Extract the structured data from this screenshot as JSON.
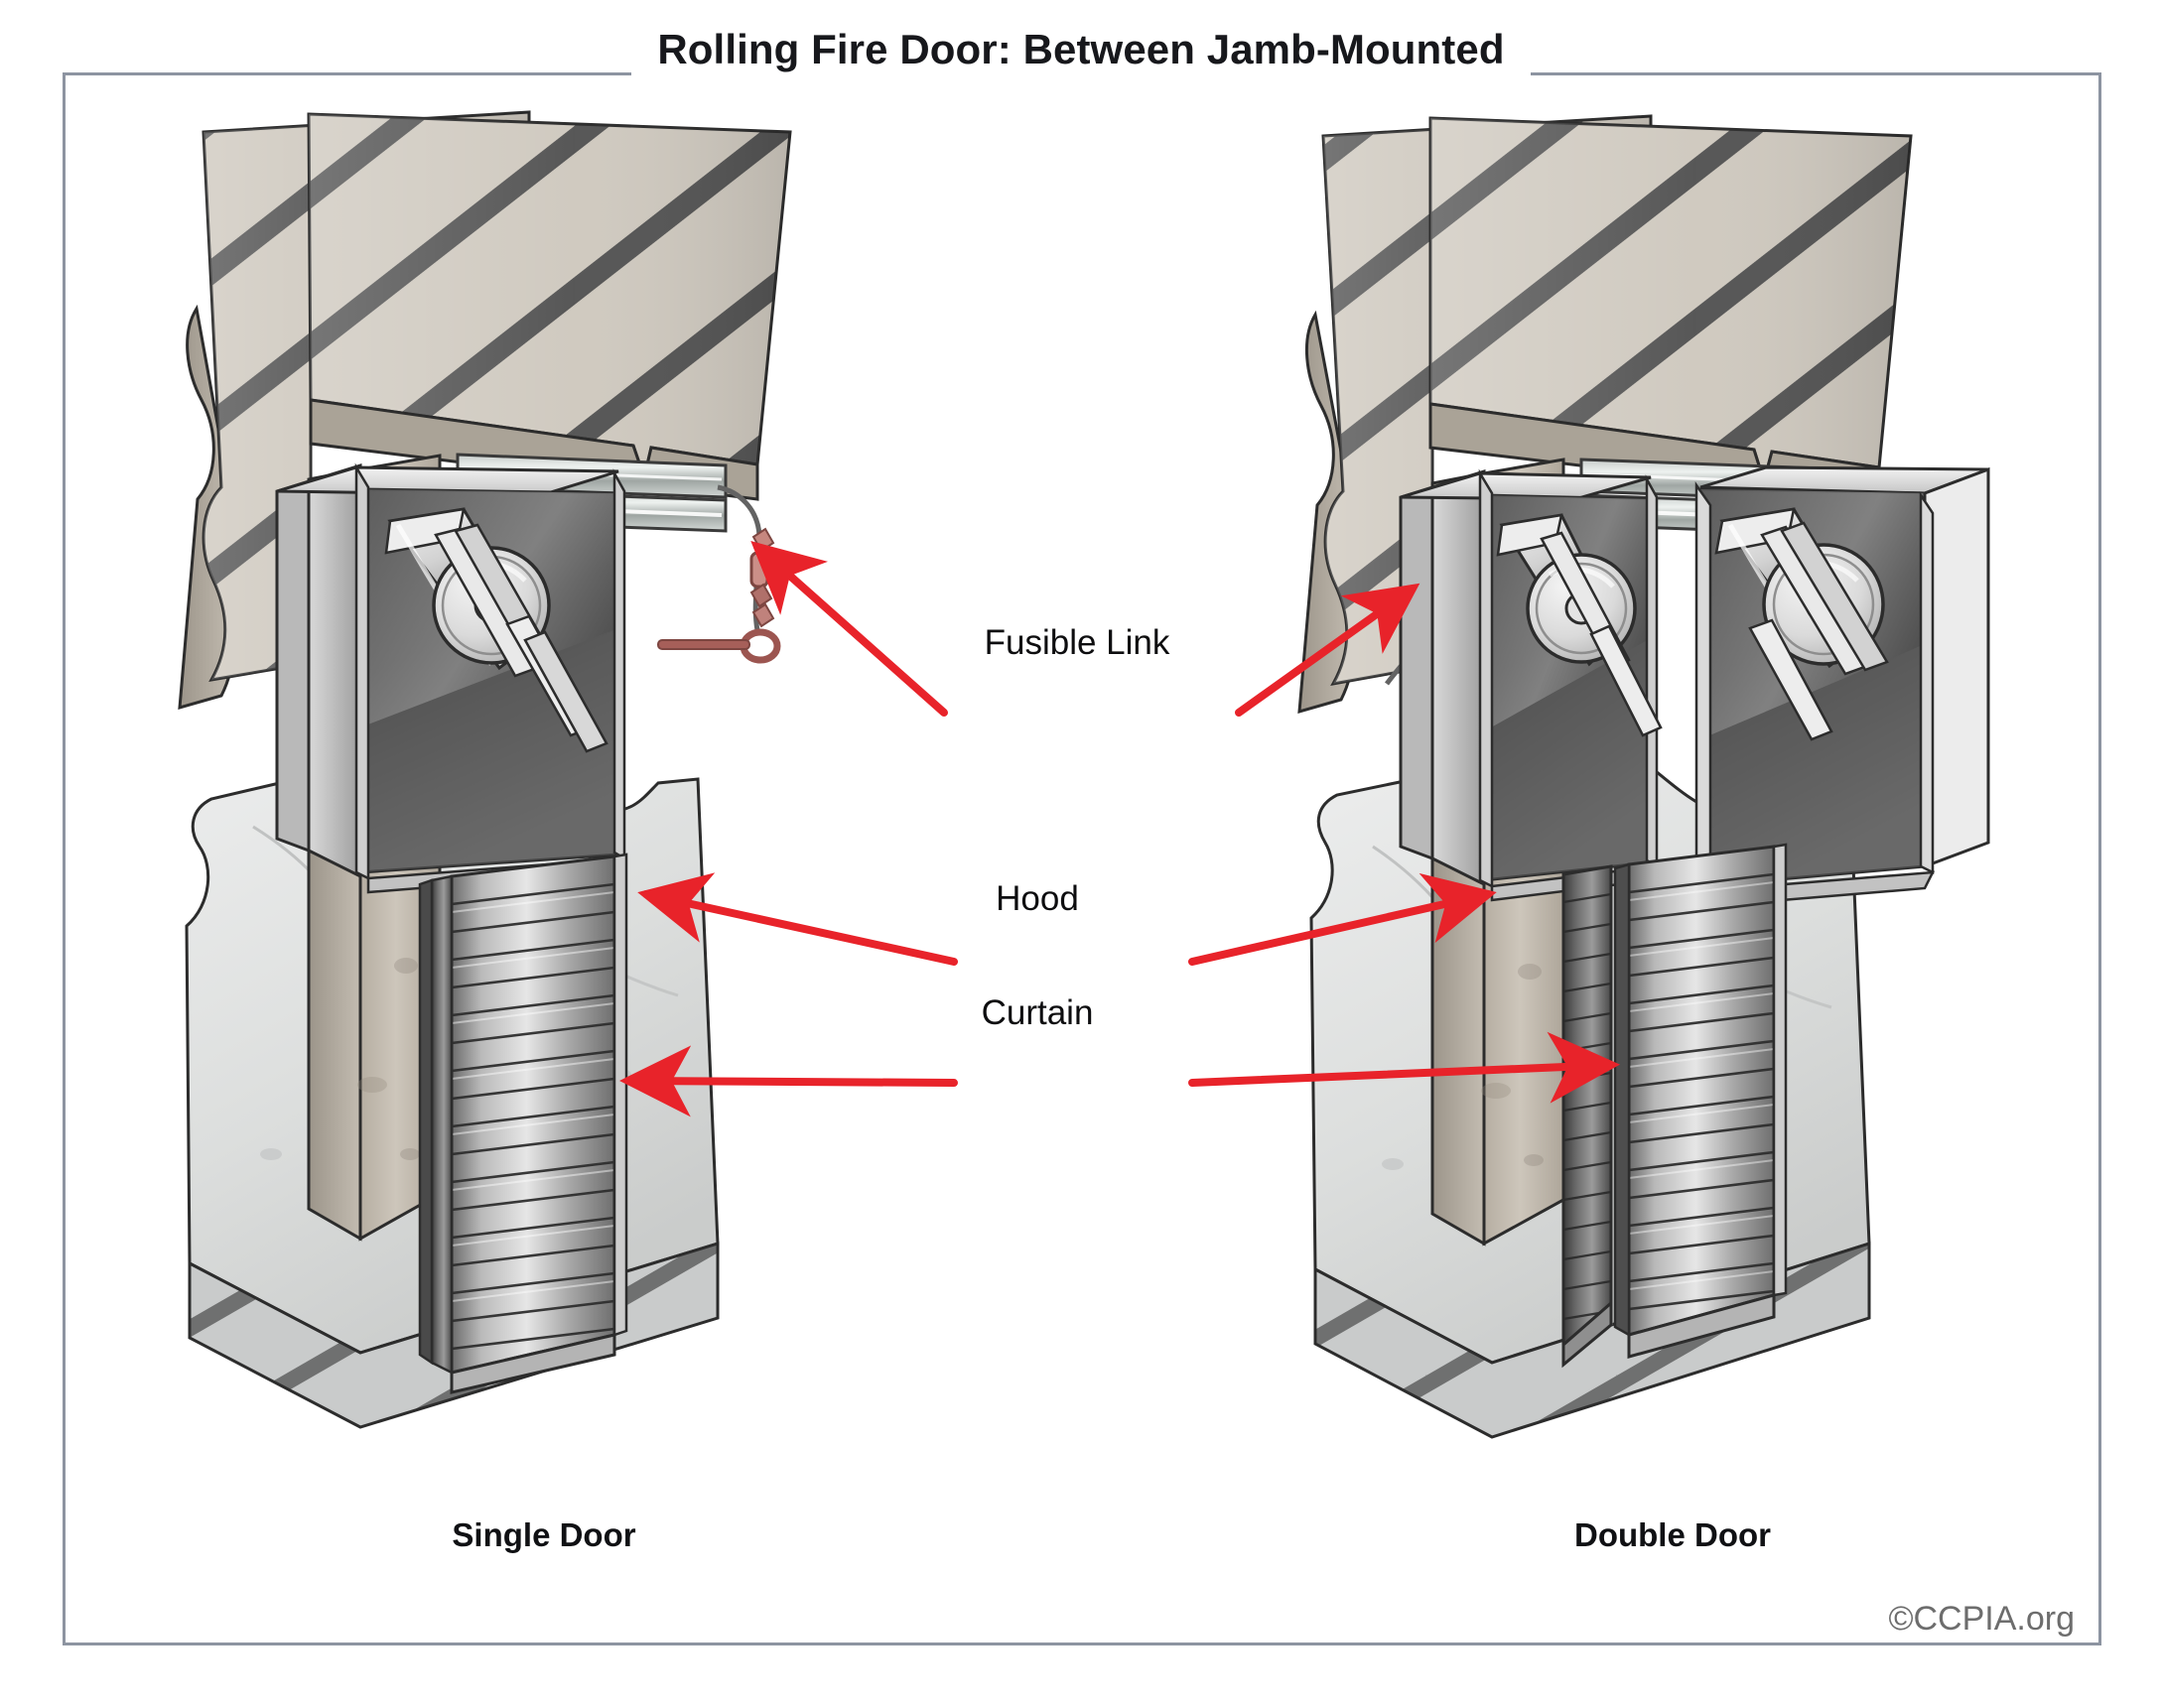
{
  "header": {
    "title": "Rolling Fire Door: Between Jamb-Mounted",
    "rule_color": "#8d94a1"
  },
  "frame": {
    "border_color": "#8d94a1"
  },
  "callouts": [
    {
      "id": "fusible-link",
      "label": "Fusible Link"
    },
    {
      "id": "hood",
      "label": "Hood"
    },
    {
      "id": "curtain",
      "label": "Curtain"
    }
  ],
  "labels": {
    "fusible_link": "Fusible Link",
    "hood": "Hood",
    "curtain": "Curtain"
  },
  "figures": {
    "single": {
      "caption": "Single Door"
    },
    "double": {
      "caption": "Double Door"
    }
  },
  "footer": {
    "copyright": "©CCPIA.org"
  },
  "colors": {
    "arrow_red": "#e8232a",
    "wall_face": "#cfc9bf",
    "wall_hatch": "#545454",
    "wall_side": "#b9b2a6",
    "metal_light": "#dcdcdc",
    "metal_mid": "#9a9a9a",
    "metal_dark": "#3d3d3d",
    "floor_light": "#dfe0e0",
    "floor_mid": "#c4c6c6",
    "link_copper": "#b5736e",
    "outline": "#1c1c1c",
    "text": "#0d0d0f",
    "caption_text": "#101114",
    "copyright_text": "#6d6d6d"
  }
}
